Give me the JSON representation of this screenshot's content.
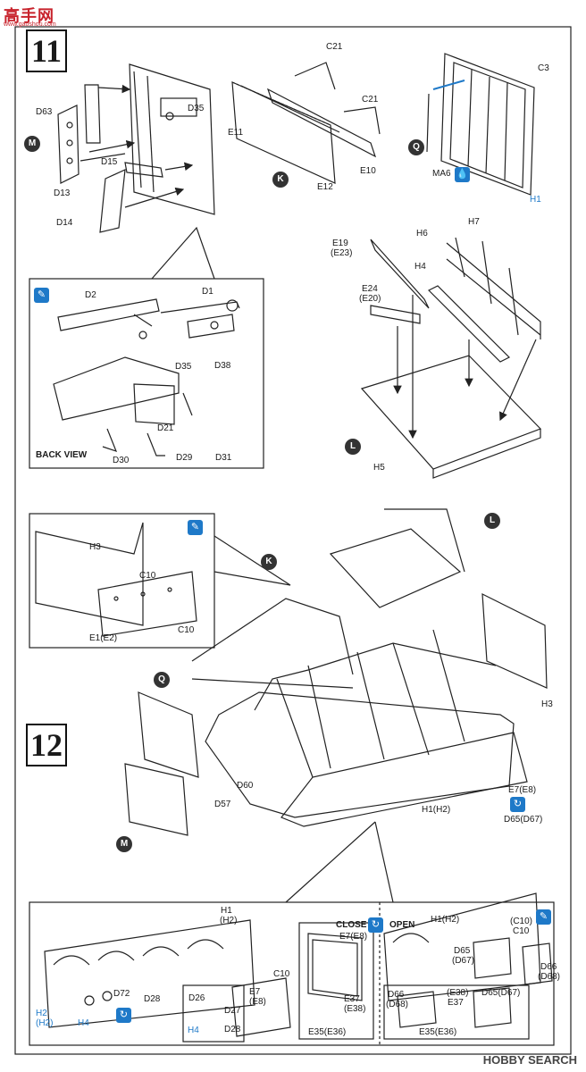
{
  "watermark": {
    "top_logo": "高手网",
    "top_url": "www.gaoshou.com",
    "bottom": "HOBBY SEARCH"
  },
  "steps": {
    "step11": "11",
    "step12": "12"
  },
  "markers": {
    "M": "M",
    "K": "K",
    "Q": "Q",
    "L": "L"
  },
  "step11": {
    "left": {
      "D63": "D63",
      "D35": "D35",
      "D15": "D15",
      "D13": "D13",
      "D14": "D14"
    },
    "middle": {
      "C21a": "C21",
      "C21b": "C21",
      "E11": "E11",
      "E10": "E10",
      "E12": "E12"
    },
    "right": {
      "C3": "C3",
      "MA6": "MA6",
      "H1": "H1"
    },
    "inset": {
      "D2": "D2",
      "D1": "D1",
      "D35": "D35",
      "D38": "D38",
      "D21": "D21",
      "D30": "D30",
      "D29": "D29",
      "D31": "D31",
      "back_view": "BACK VIEW"
    },
    "bed": {
      "H7": "H7",
      "H6": "H6",
      "E19": "E19",
      "E23": "(E23)",
      "H4": "H4",
      "E24": "E24",
      "E20": "(E20)",
      "H5": "H5"
    }
  },
  "step12": {
    "inset_top": {
      "H3": "H3",
      "C10a": "C10",
      "C10b": "C10",
      "E1": "E1(E2)"
    },
    "main": {
      "H3": "H3",
      "D60": "D60",
      "D57": "D57",
      "E7E8": "E7(E8)",
      "D65D67": "D65(D67)",
      "H1H2": "H1(H2)"
    },
    "bottom": {
      "H1": "H1",
      "H2": "(H2)",
      "C10": "C10",
      "E7": "E7",
      "E8": "(E8)",
      "H2H2a": "H2",
      "H2H2b": "(H2)",
      "H4": "H4",
      "D72": "D72",
      "D28a": "D28",
      "D26": "D26",
      "D27": "D27",
      "D28b": "D28",
      "H4b": "H4",
      "E7E8b": "E7(E8)",
      "E37": "E37",
      "E38": "(E38)",
      "E35E36": "E35(E36)",
      "close": "CLOSE",
      "open": "OPEN",
      "H1H2r": "H1(H2)",
      "C10C10": "(C10)",
      "C10r": "C10",
      "D65r": "D65",
      "D67r": "(D67)",
      "D66a": "D66",
      "D68a": "(D68)",
      "D66b": "D66",
      "D68b": "(D68)",
      "E38r": "(E38)",
      "E37r": "E37",
      "D65D67r": "D65(D67)",
      "E35E36r": "E35(E36)"
    }
  },
  "colors": {
    "accent_blue": "#1e79c8",
    "watermark_red": "#c8232c"
  }
}
